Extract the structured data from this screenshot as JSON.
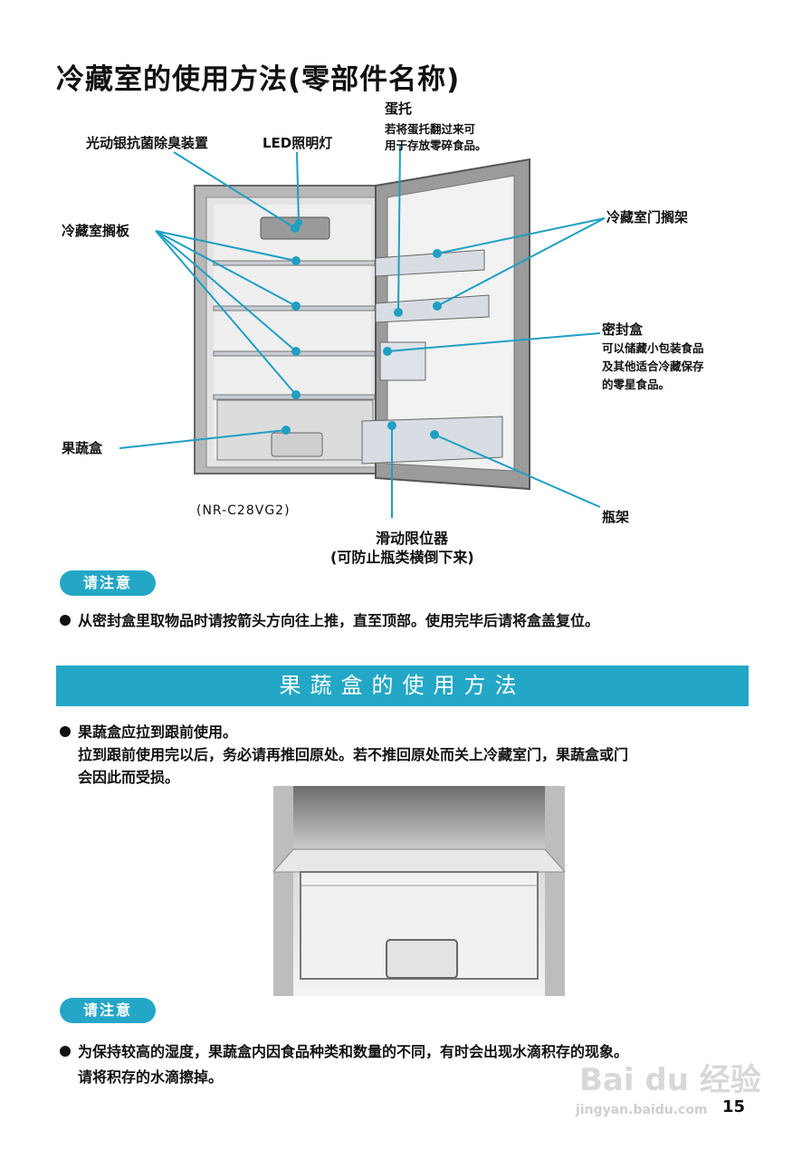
{
  "page": {
    "title": "冷藏室的使用方法(零部件名称)",
    "page_number": "15"
  },
  "diagram": {
    "labels": {
      "deodorizer": "光动银抗菌除臭装置",
      "led": "LED照明灯",
      "egg_tray": "蛋托",
      "egg_tray_note_1": "若将蛋托翻过来可",
      "egg_tray_note_2": "用于存放零碎食品。",
      "shelves": "冷藏室搁板",
      "door_shelves": "冷藏室门搁架",
      "sealed_box": "密封盒",
      "sealed_box_note_1": "可以储藏小包装食品",
      "sealed_box_note_2": "及其他适合冷藏保存",
      "sealed_box_note_3": "的零星食品。",
      "crisper": "果蔬盒",
      "bottle_rack": "瓶架",
      "slider": "滑动限位器",
      "slider_note": "(可防止瓶类横倒下来)",
      "model": "(NR-C28VG2)"
    }
  },
  "notice1": {
    "badge": "请注意",
    "text": "从密封盒里取物品时请按箭头方向往上推，直至顶部。使用完毕后请将盒盖复位。"
  },
  "section2": {
    "heading": "果蔬盒的使用方法",
    "bullet_title": "果蔬盒应拉到跟前使用。",
    "line1": "拉到跟前使用完以后，务必请再推回原处。若不推回原处而关上冷藏室门，果蔬盒或门",
    "line2": "会因此而受损。"
  },
  "notice2": {
    "badge": "请注意",
    "line1": "为保持较高的湿度，果蔬盒内因食品种类和数量的不同，有时会出现水滴积存的现象。",
    "line2": "请将积存的水滴擦掉。"
  },
  "watermark": {
    "brand": "Bai du 经验",
    "url": "jingyan.baidu.com"
  },
  "colors": {
    "accent": "#24a7c6",
    "leader": "#1f9fc2"
  }
}
